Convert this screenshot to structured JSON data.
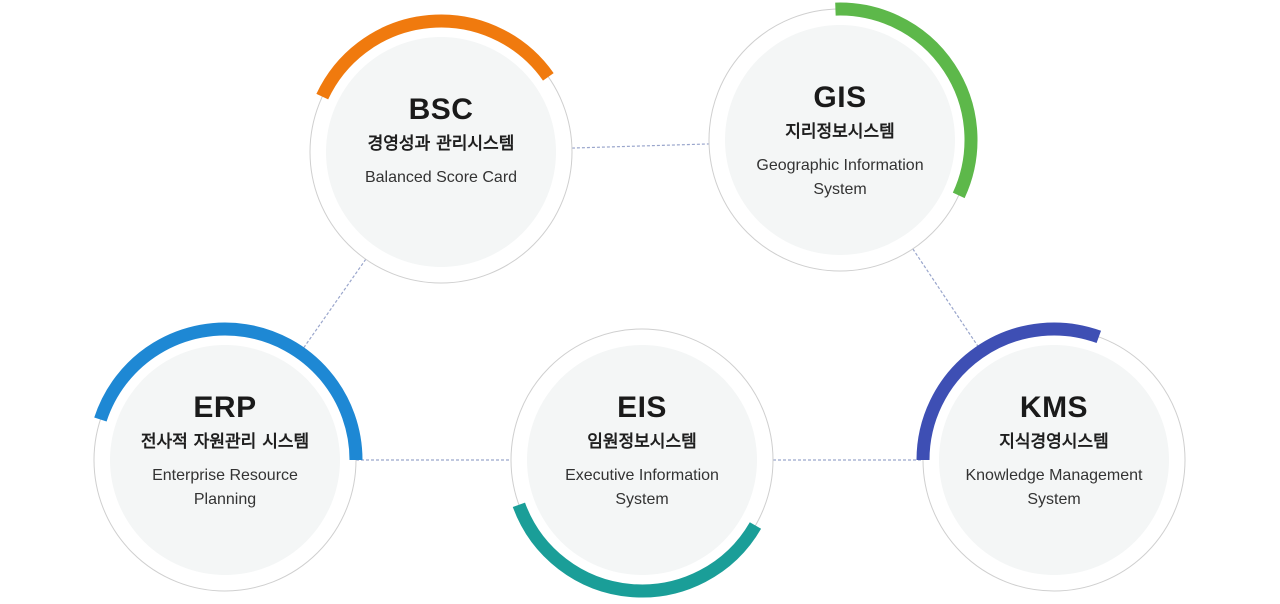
{
  "nodes": [
    {
      "id": "bsc",
      "acronym": "BSC",
      "korean": "경영성과 관리시스템",
      "english": "Balanced Score Card",
      "accent": "#F07A0E"
    },
    {
      "id": "gis",
      "acronym": "GIS",
      "korean": "지리정보시스템",
      "english": "Geographic Information System",
      "accent": "#5DB84A"
    },
    {
      "id": "erp",
      "acronym": "ERP",
      "korean": "전사적 자원관리 시스템",
      "english": "Enterprise Resource Planning",
      "accent": "#1E88D4"
    },
    {
      "id": "eis",
      "acronym": "EIS",
      "korean": "임원정보시스템",
      "english": "Executive Information System",
      "accent": "#1A9E98"
    },
    {
      "id": "kms",
      "acronym": "KMS",
      "korean": "지식경영시스템",
      "english": "Knowledge Management System",
      "accent": "#3E4FB4"
    }
  ],
  "colors": {
    "ring": "#cfcfcf",
    "inner_fill": "#f4f6f6",
    "connector": "#9aa6cc"
  }
}
